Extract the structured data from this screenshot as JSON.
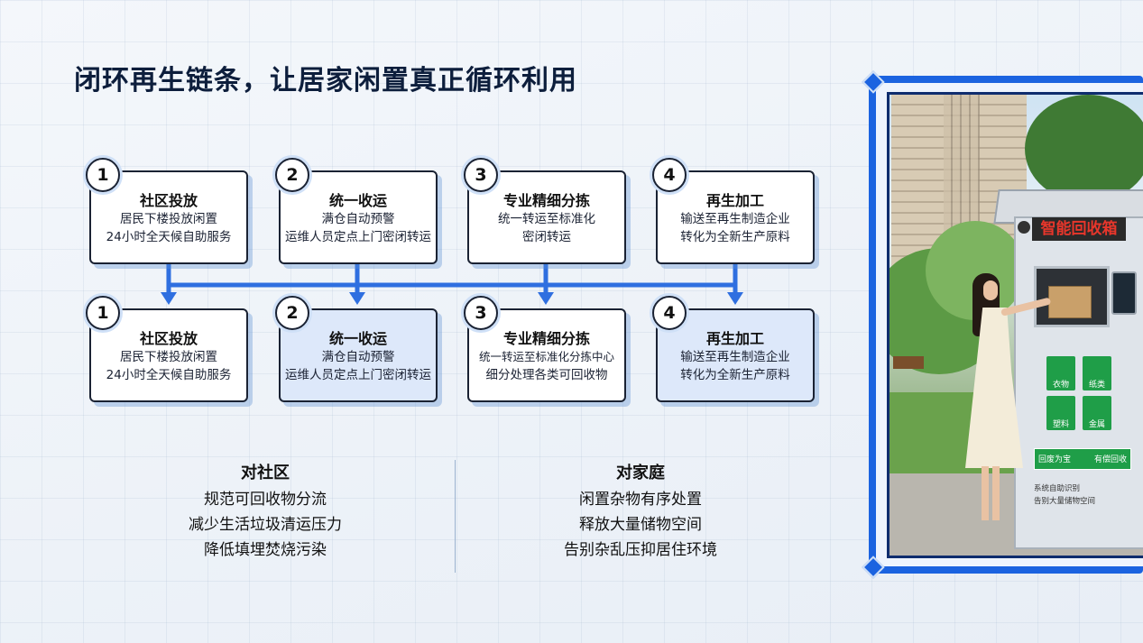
{
  "title": "闭环再生链条，让居家闲置真正循环利用",
  "steps_top": [
    {
      "num": "1",
      "title": "社区投放",
      "lines": [
        "居民下楼投放闲置",
        "24小时全天候自助服务"
      ]
    },
    {
      "num": "2",
      "title": "统一收运",
      "lines": [
        "满仓自动预警",
        "运维人员定点上门密闭转运"
      ]
    },
    {
      "num": "3",
      "title": "专业精细分拣",
      "lines": [
        "统一转运至标准化",
        "密闭转运"
      ]
    },
    {
      "num": "4",
      "title": "再生加工",
      "lines": [
        "输送至再生制造企业",
        "转化为全新生产原料"
      ]
    }
  ],
  "steps_bottom": [
    {
      "num": "1",
      "title": "社区投放",
      "lines": [
        "居民下楼投放闲置",
        "24小时全天候自助服务"
      ]
    },
    {
      "num": "2",
      "title": "统一收运",
      "lines": [
        "满仓自动预警",
        "运维人员定点上门密闭转运"
      ]
    },
    {
      "num": "3",
      "title": "专业精细分拣",
      "lines": [
        "统一转运至标准化分拣中心",
        "细分处理各类可回收物"
      ]
    },
    {
      "num": "4",
      "title": "再生加工",
      "lines": [
        "输送至再生制造企业",
        "转化为全新生产原料"
      ]
    }
  ],
  "benefits": [
    {
      "title": "对社区",
      "lines": [
        "规范可回收物分流",
        "减少生活垃圾清运压力",
        "降低填埋焚烧污染"
      ]
    },
    {
      "title": "对家庭",
      "lines": [
        "闲置杂物有序处置",
        "释放大量储物空间",
        "告别杂乱压抑居住环境"
      ]
    }
  ],
  "machine": {
    "sign": "智能回收箱",
    "buttons": [
      "衣物",
      "纸类",
      "塑料",
      "金属"
    ],
    "banner_left": "回废为宝",
    "banner_right": "有偿回收",
    "notice": [
      "系统自助识别",
      "告别大量储物空间"
    ]
  },
  "colors": {
    "accent": "#1b63e0",
    "card_border": "#1a2233",
    "highlight_card": "#dde8fa",
    "sign_red": "#e8362b",
    "button_green": "#1f9e48"
  }
}
